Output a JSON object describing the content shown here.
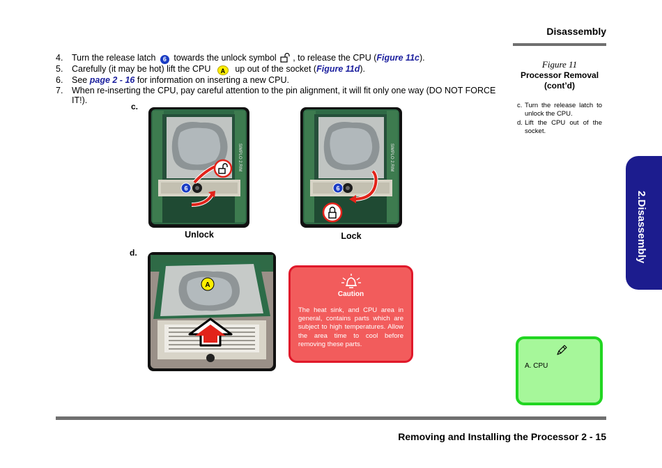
{
  "header": {
    "title": "Disassembly"
  },
  "steps": [
    {
      "num": "4.",
      "pre": "Turn the release latch",
      "badge": "6",
      "mid": "towards the unlock symbol",
      "post": ", to release the CPU (",
      "link": "Figure 11c",
      "end": ")."
    },
    {
      "num": "5.",
      "pre": "Carefully (it may be hot) lift the CPU",
      "badge": "A",
      "mid": "up out of the socket (",
      "link": "Figure 11d",
      "end": ")."
    },
    {
      "num": "6.",
      "pre": "See",
      "link": "page 2 - 16",
      "end": "for information on inserting a new CPU."
    },
    {
      "num": "7.",
      "text": "When re-inserting the CPU, pay careful attention to the pin alignment, it will fit only one way (DO NOT FORCE IT!)."
    }
  ],
  "figure": {
    "label": "Figure 11",
    "title_line1": "Processor Removal",
    "title_line2": "(cont’d)",
    "notes": [
      {
        "key": "c.",
        "text": "Turn the release latch to unlock the CPU."
      },
      {
        "key": "d.",
        "text": "Lift the CPU out of the socket."
      }
    ]
  },
  "side_tab": {
    "label": "2.Disassembly"
  },
  "panels": {
    "c_label": "c.",
    "d_label": "d.",
    "unlock_caption": "Unlock",
    "lock_caption": "Lock",
    "latch_badge": "6",
    "cpu_badge": "A",
    "chip_text": "SIMPLO 2.RIM"
  },
  "caution": {
    "title": "Caution",
    "text": "The heat sink, and CPU area in general, contains parts which are subject to high temperatures. Allow the area time to cool before removing these parts."
  },
  "note_box": {
    "item": "A.  CPU"
  },
  "footer": {
    "text": "Removing and Installing the Processor  2  -  15"
  },
  "colors": {
    "link": "#1b1f9e",
    "side_tab": "#1c1c8e",
    "caution_fill": "#f25c5c",
    "caution_border": "#e0182a",
    "note_fill": "#a6f79a",
    "note_border": "#21d621",
    "arrow_red": "#e2231a"
  }
}
